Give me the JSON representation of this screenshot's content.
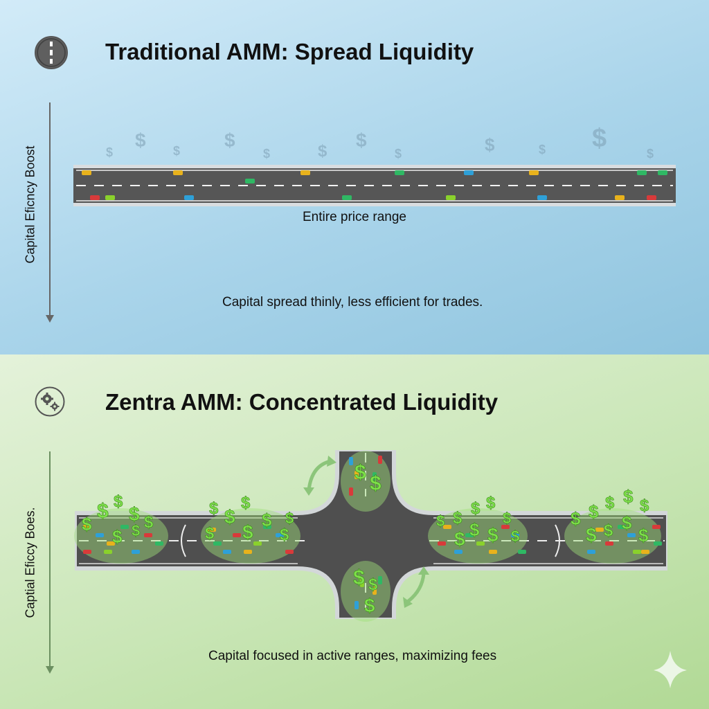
{
  "top_section": {
    "title": "Traditional AMM: Spread Liquidity",
    "axis_label": "Capital Eficncy Boost",
    "road_label": "Entire price range",
    "caption": "Capital spread thinly, less efficient for trades.",
    "icon": "road-icon"
  },
  "bottom_section": {
    "title": "Zentra AMM: Concentrated Liquidity",
    "axis_label": "Captial Eficcy Boes.",
    "caption": "Capital focused in active ranges, maximizing fees",
    "icon": "gears-icon"
  },
  "colors": {
    "top_bg": "#a9d4ea",
    "bottom_bg": "#c9e6b6",
    "road": "#5a5a5a",
    "dollar_green": "#7ee04a",
    "dollar_faint": "#7d9fb4",
    "arrow_green": "#8cc57a"
  },
  "decoration": {
    "corner_icon": "sparkle-icon"
  }
}
